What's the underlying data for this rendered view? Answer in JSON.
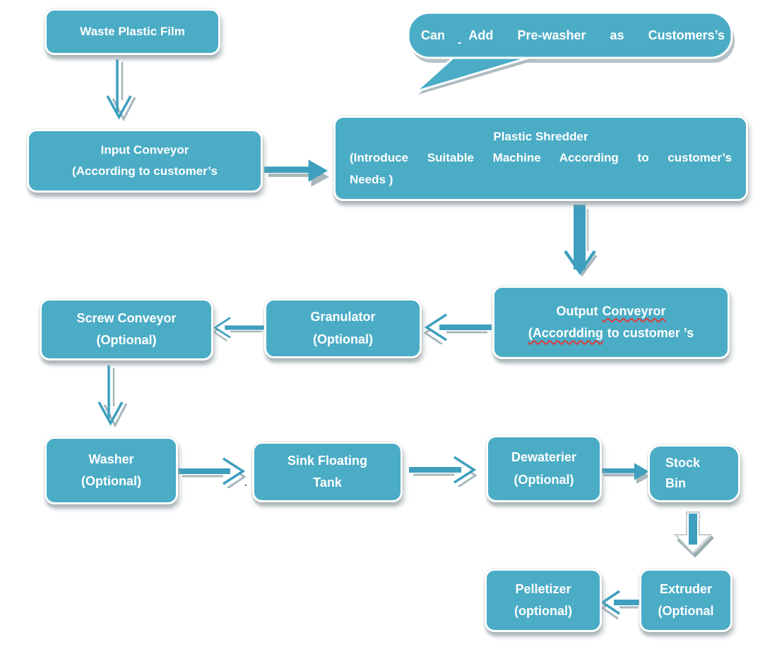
{
  "colors": {
    "node_fill": "#4BACC6",
    "arrow_fill": "#3E9FBE",
    "shadow": "#A4B4B9",
    "text": "#FFFFFF",
    "spellcheck_underline": "#E03B3B",
    "background": "#FFFFFF"
  },
  "nodes": {
    "waste": {
      "line1": "Waste Plastic Film"
    },
    "callout": {
      "line1": "Can Add Pre-washer as Customers’s",
      "line2": "-"
    },
    "input": {
      "line1": "Input Conveyor",
      "line2": "(According to customer’s"
    },
    "shredder": {
      "line1": "Plastic Shredder",
      "line2": "(Introduce Suitable Machine According to customer’s",
      "line3": "Needs )"
    },
    "output": {
      "line1_a": "Output",
      "line1_b": "Conveyror",
      "line2_a": "(Accordding",
      "line2_b": "to customer ’s"
    },
    "granulator": {
      "line1": "Granulator",
      "line2": "(Optional)"
    },
    "screw": {
      "line1": "Screw Conveyor",
      "line2": "(Optional)"
    },
    "washer": {
      "line1": "Washer",
      "line2": "(Optional)"
    },
    "sink": {
      "line1": "Sink Floating",
      "line2": "Tank"
    },
    "dewaterier": {
      "line1": "Dewaterier",
      "line2": "(Optional)"
    },
    "stock": {
      "line1": "Stock",
      "line2": "Bin"
    },
    "extruder": {
      "line1": "Extruder",
      "line2": "(Optional"
    },
    "pelletizer": {
      "line1": "Pelletizer",
      "line2": "(optional)"
    }
  },
  "stray_dot": ".",
  "connections": [
    {
      "from": "Waste Plastic Film",
      "to": "Input Conveyor",
      "direction": "down",
      "style": "thin-outline"
    },
    {
      "from": "Input Conveyor",
      "to": "Plastic Shredder",
      "direction": "right",
      "style": "solid"
    },
    {
      "from": "Plastic Shredder",
      "to": "Output Conveyror",
      "direction": "down",
      "style": "thick"
    },
    {
      "from": "Output Conveyror",
      "to": "Granulator",
      "direction": "left",
      "style": "hollow"
    },
    {
      "from": "Granulator",
      "to": "Screw Conveyor",
      "direction": "left",
      "style": "hollow"
    },
    {
      "from": "Screw Conveyor",
      "to": "Washer",
      "direction": "down",
      "style": "thin-outline"
    },
    {
      "from": "Washer",
      "to": "Sink Floating Tank",
      "direction": "right",
      "style": "hollow"
    },
    {
      "from": "Sink Floating Tank",
      "to": "Dewaterier",
      "direction": "right",
      "style": "hollow"
    },
    {
      "from": "Dewaterier",
      "to": "Stock Bin",
      "direction": "right",
      "style": "solid"
    },
    {
      "from": "Stock Bin",
      "to": "Extruder",
      "direction": "down",
      "style": "block"
    },
    {
      "from": "Extruder",
      "to": "Pelletizer",
      "direction": "left",
      "style": "hollow"
    }
  ]
}
